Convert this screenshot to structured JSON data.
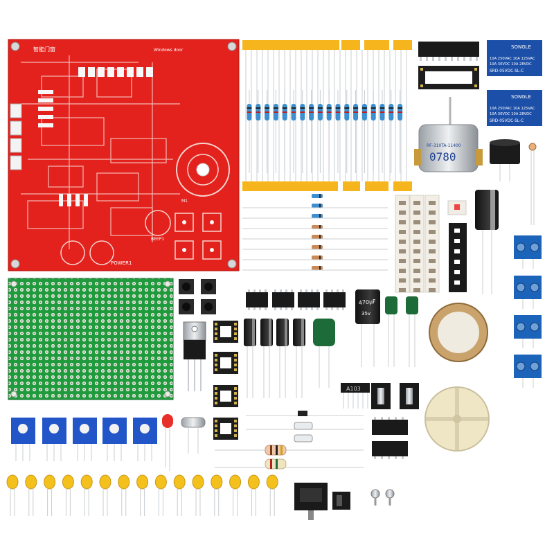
{
  "pcb": {
    "title": "智能门窗",
    "subtitle": "Windows door",
    "power_label": "POWER1",
    "beep_label": "BEEP1",
    "motor_label": "M1"
  },
  "relay": {
    "brand": "SONGLE",
    "spec_line1": "10A 250VAC  10A 125VAC",
    "spec_line2": "10A 30VDC  10A 28VDC",
    "model": "SRD-05VDC-SL-C"
  },
  "motor": {
    "model": "RF-310TA-11400",
    "code": "0780"
  },
  "capacitor_big": {
    "value": "470μF",
    "voltage": "35v"
  },
  "resistor_network": {
    "label": "A103"
  },
  "colors": {
    "pcb_red": "#e4221d",
    "perfboard_green": "#1f9a3c",
    "header_yellow": "#f6b51c",
    "relay_blue": "#1c4fa8",
    "terminal_blue": "#1b64b9",
    "trimmer_blue": "#2255c8",
    "ceramic_cap_yellow": "#f3c01c",
    "film_cap_green": "#1e6b3a"
  }
}
